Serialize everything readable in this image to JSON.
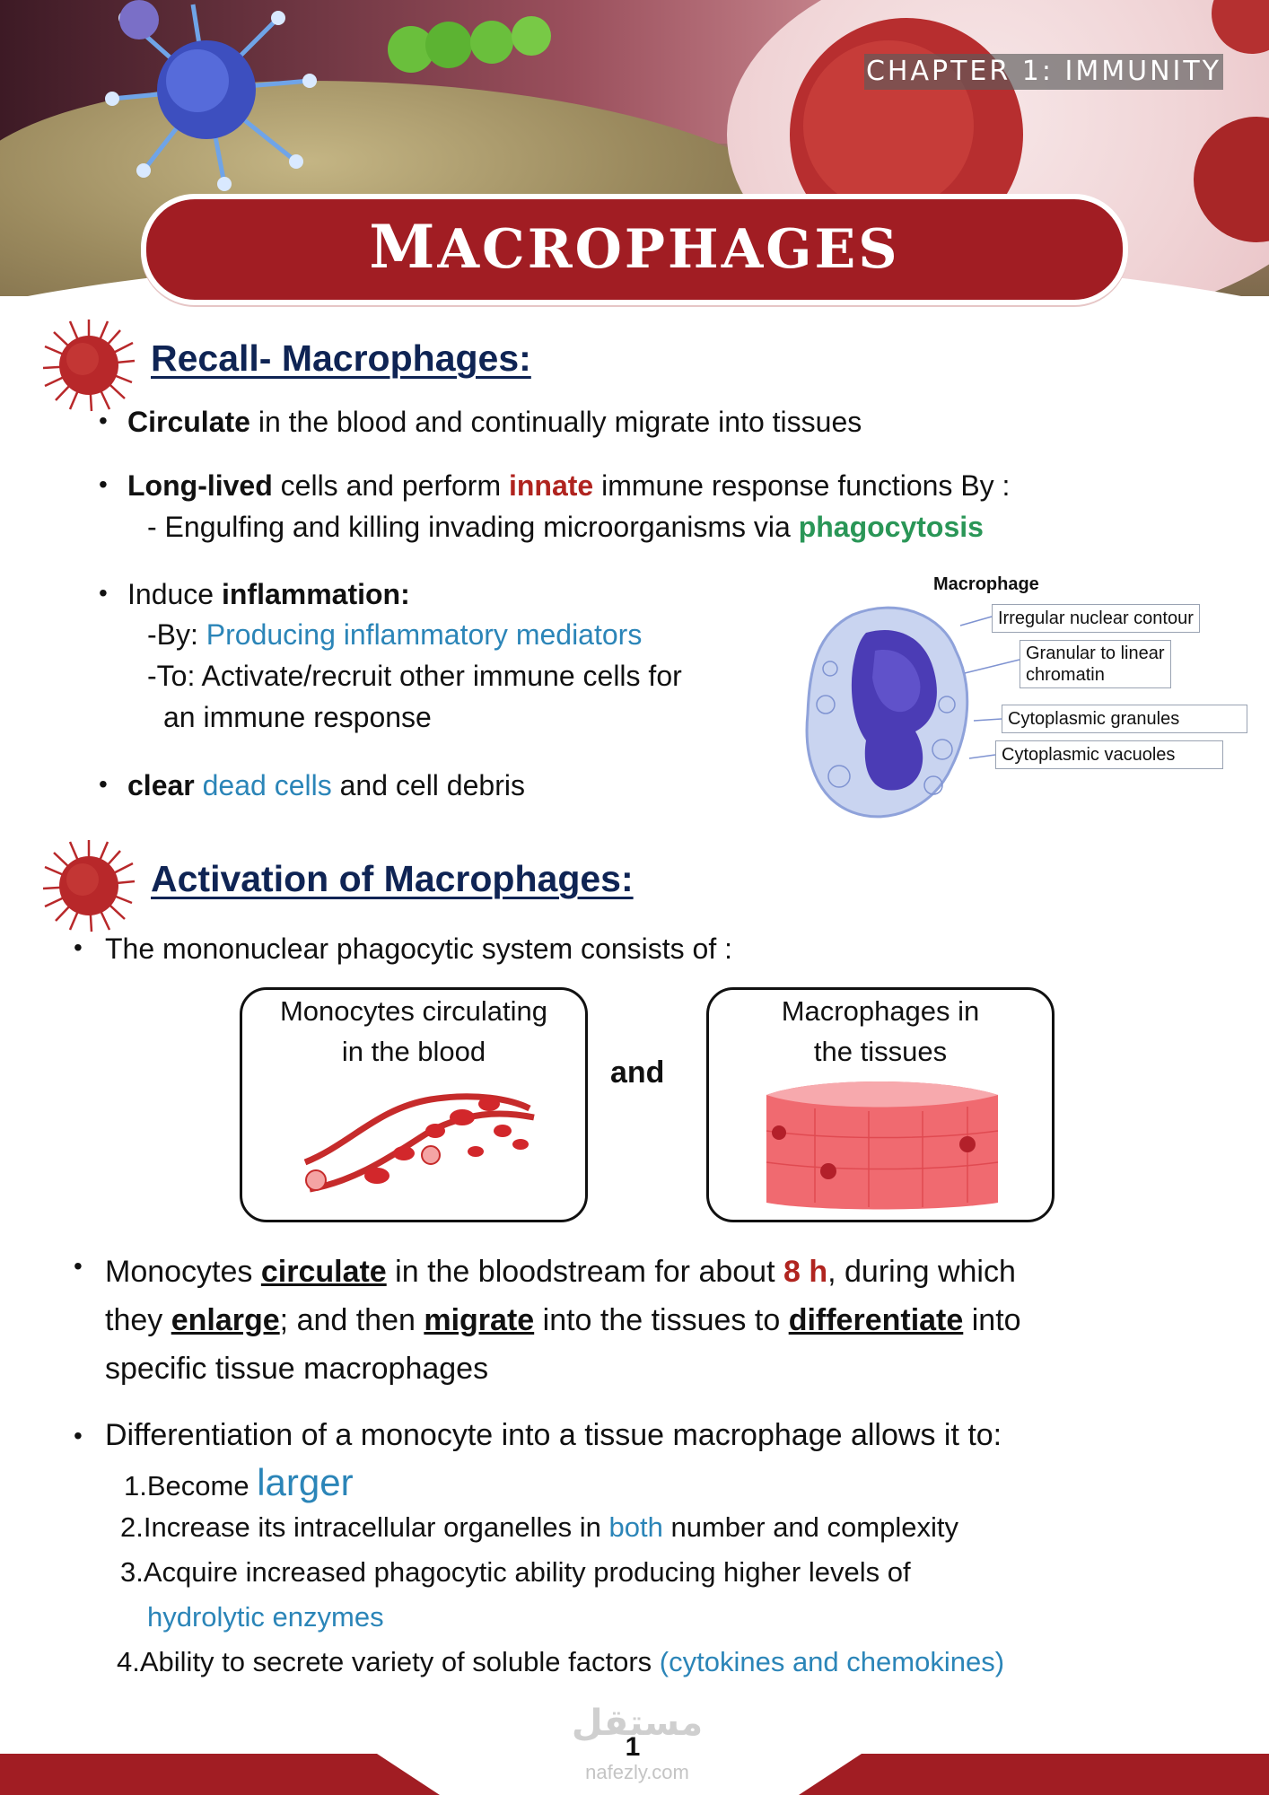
{
  "header": {
    "chapter": "CHAPTER 1: IMMUNITY",
    "title_first": "M",
    "title_rest": "ACROPHAGES"
  },
  "recall": {
    "heading": "Recall- Macrophages:",
    "b1_bold": "Circulate",
    "b1_rest": " in the blood and continually migrate into tissues",
    "b2_bold": "Long-lived",
    "b2_mid": " cells and perform ",
    "b2_red": "innate",
    "b2_end": " immune response functions By :",
    "b2_sub_pre": "- Engulfing and killing invading microorganisms via ",
    "b2_sub_green": "phagocytosis",
    "b3_pre": "Induce ",
    "b3_bold": "inflammation:",
    "b3_by_pre": "-By: ",
    "b3_by_blue": "Producing inflammatory mediators",
    "b3_to_line1": "-To: Activate/recruit other immune cells for",
    "b3_to_line2": "an immune response",
    "b4_bold": "clear",
    "b4_blue": "dead cells",
    "b4_rest": " and cell debris"
  },
  "diagram": {
    "title": "Macrophage",
    "labels": [
      "Irregular nuclear contour",
      "Granular to linear",
      "chromatin",
      "Cytoplasmic granules",
      "Cytoplasmic vacuoles"
    ]
  },
  "activation": {
    "heading": "Activation of Macrophages:",
    "intro": "The mononuclear phagocytic system consists of :",
    "box1_line1": "Monocytes circulating",
    "box1_line2": "in the blood",
    "and": "and",
    "box2_line1": "Macrophages in",
    "box2_line2": "the tissues",
    "p1_a": "Monocytes ",
    "p1_u1": "circulate",
    "p1_b": " in the bloodstream for about ",
    "p1_red": "8 h",
    "p1_c": ", during which",
    "p1_d": "they ",
    "p1_u2": "enlarge",
    "p1_e": "; and then ",
    "p1_u3": "migrate",
    "p1_f": " into the tissues to ",
    "p1_u4": "differentiate",
    "p1_g": " into",
    "p1_h": "specific tissue macrophages",
    "p2": "Differentiation of a monocyte into a tissue macrophage allows it to:",
    "items": [
      {
        "num": "1.",
        "pre": "Become ",
        "blue": "larger",
        "post": ""
      },
      {
        "num": "2.",
        "pre": "Increase its intracellular organelles in ",
        "blue": "both",
        "post": " number and complexity"
      },
      {
        "num": "3.",
        "pre": "Acquire increased phagocytic ability producing higher levels of",
        "blue": "",
        "post": ""
      },
      {
        "num": "4.",
        "pre": "Ability to secrete variety of soluble factors ",
        "blue": "(cytokines and chemokines)",
        "post": ""
      }
    ],
    "item3_line2": "hydrolytic enzymes"
  },
  "footer": {
    "page": "1",
    "brand_ar": "مستقل",
    "brand": "nafezly.com"
  }
}
